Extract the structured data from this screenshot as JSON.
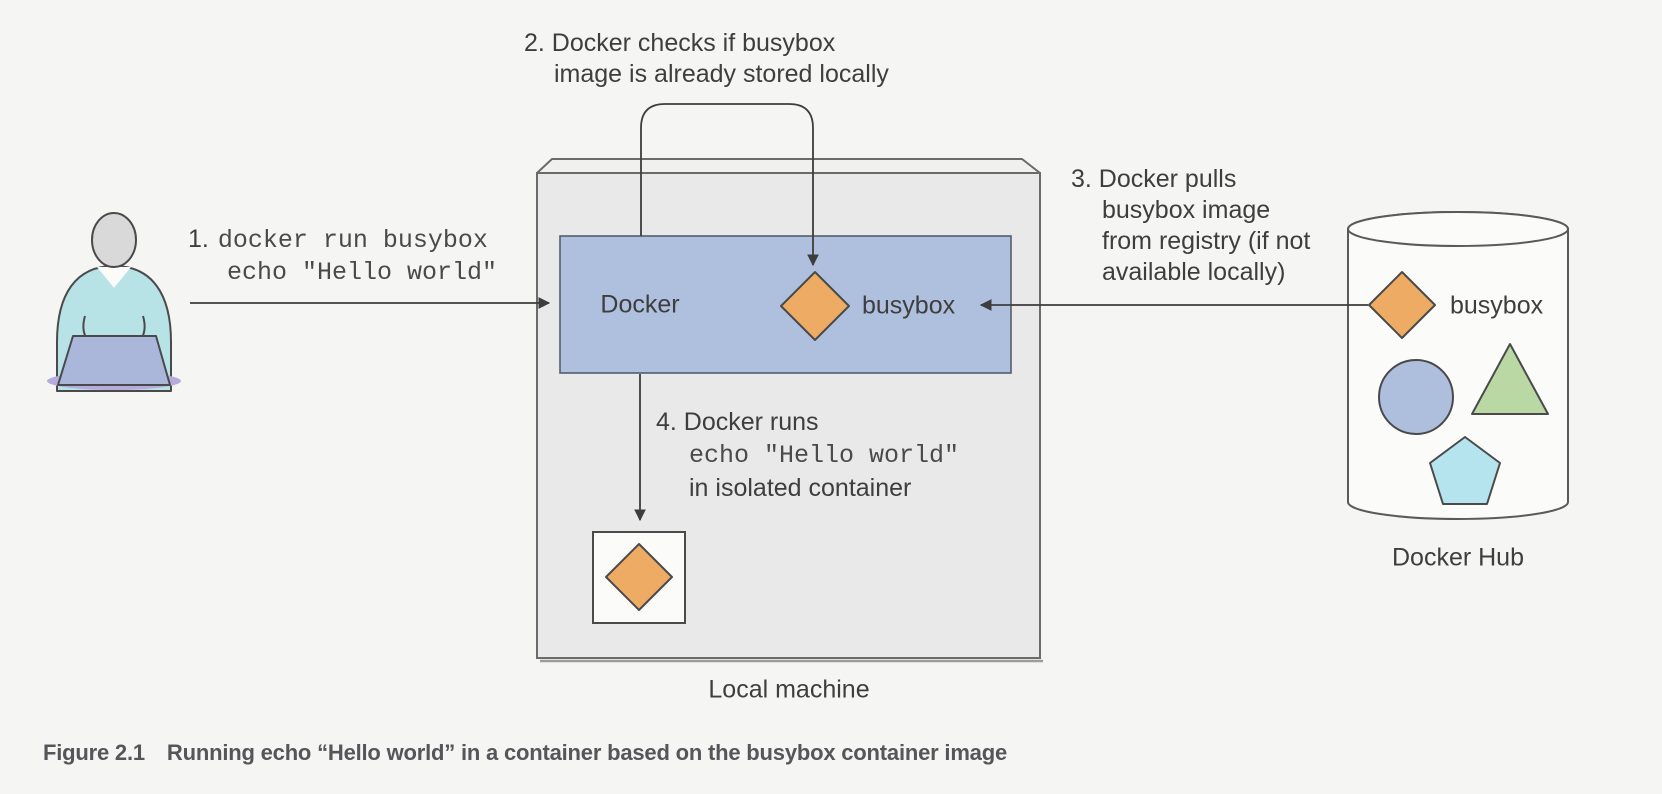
{
  "figure": {
    "caption_label": "Figure 2.1",
    "caption_text": "Running echo “Hello world” in a container based on the busybox container image"
  },
  "annotations": {
    "step1": {
      "number": "1.",
      "code_line1": "docker run busybox",
      "code_line2": "echo \"Hello world\""
    },
    "step2": {
      "line1": "2. Docker checks if busybox",
      "line2": "image is already stored locally"
    },
    "step3": {
      "line1": "3. Docker pulls",
      "line2": "busybox image",
      "line3": "from registry (if not",
      "line4": "available locally)"
    },
    "step4": {
      "line1": "4. Docker runs",
      "code": "echo \"Hello world\"",
      "line3": "in isolated container"
    }
  },
  "local_machine": {
    "label": "Local machine",
    "docker_engine_label": "Docker",
    "image_label": "busybox"
  },
  "docker_hub": {
    "label": "Docker Hub",
    "image_label": "busybox"
  },
  "colors": {
    "background": "#f5f5f3",
    "machine_box_fill": "#e9e9e9",
    "machine_top_fill": "#f0f0ef",
    "docker_box_fill": "#aec0de",
    "image_diamond_fill": "#edab63",
    "container_box_fill": "#fbfbfa",
    "cylinder_fill": "#fbfbfa",
    "hub_circle_fill": "#aebedd",
    "hub_triangle_fill": "#b9d8a3",
    "hub_pentagon_fill": "#b5e4ef",
    "person_head_fill": "#d9d9d9",
    "person_shirt_fill": "#b7e2e6",
    "laptop_fill": "#abb7da",
    "laptop_shadow_fill": "#b6abdc",
    "outline": "#4a4a4a",
    "arrow": "#3d3d3d"
  }
}
